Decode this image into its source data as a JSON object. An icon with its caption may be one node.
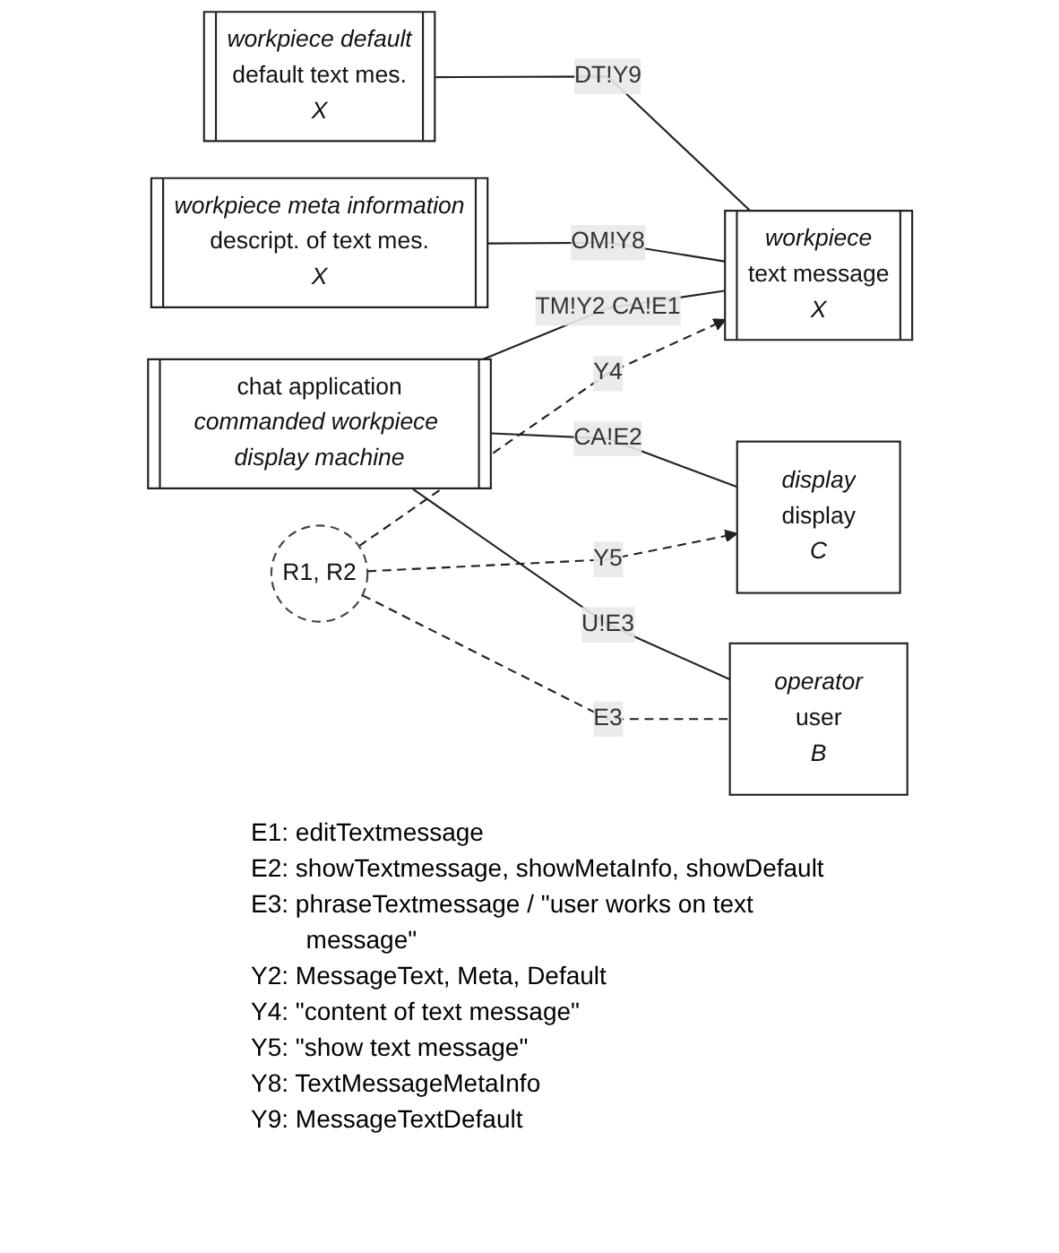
{
  "diagram": {
    "nodes": [
      {
        "text": [
          "workpiece default",
          "default text mes.",
          "X"
        ]
      },
      {
        "text": [
          "workpiece meta information",
          "descript. of text mes.",
          "X"
        ]
      },
      {
        "text": [
          "workpiece",
          "text message",
          "X"
        ]
      },
      {
        "text": [
          "chat application",
          "commanded workpiece display machine"
        ]
      },
      {
        "text": [
          "display",
          "display",
          "C"
        ]
      },
      {
        "text": [
          "operator",
          "user",
          "B"
        ]
      },
      {
        "text": [
          "R1, R2"
        ]
      }
    ],
    "edges": [
      {
        "from": 0,
        "to": 2,
        "arrow": "none",
        "label": "DT!Y9"
      },
      {
        "from": 1,
        "to": 2,
        "arrow": "none",
        "label": "OM!Y8"
      },
      {
        "from": 3,
        "to": 2,
        "arrow": "none",
        "label": "TM!Y2 CA!E1"
      },
      {
        "from": 3,
        "to": 4,
        "arrow": "none",
        "label": "CA!E2"
      },
      {
        "from": 3,
        "to": 5,
        "arrow": "none",
        "label": "U!E3"
      },
      {
        "from": 6,
        "to": 2,
        "arrow": "to",
        "label": "Y4",
        "style": "dashed"
      },
      {
        "from": 6,
        "to": 4,
        "arrow": "to",
        "label": "Y5",
        "style": "dashed"
      },
      {
        "from": 6,
        "to": 5,
        "arrow": "none",
        "label": "E3",
        "style": "dashed"
      }
    ],
    "labels": [
      "E1: editTextmessage",
      "E2: showTextmessage, showMetaInfo, showDefault",
      "E3: phraseTextmessage / \"user works on text message\"",
      "Y2: MessageText, Meta, Default",
      "Y4: \"content of text message\"",
      "Y5: \"show text message\"",
      "Y8: TextMessageMetaInfo",
      "Y9: MessageTextDefault"
    ]
  }
}
